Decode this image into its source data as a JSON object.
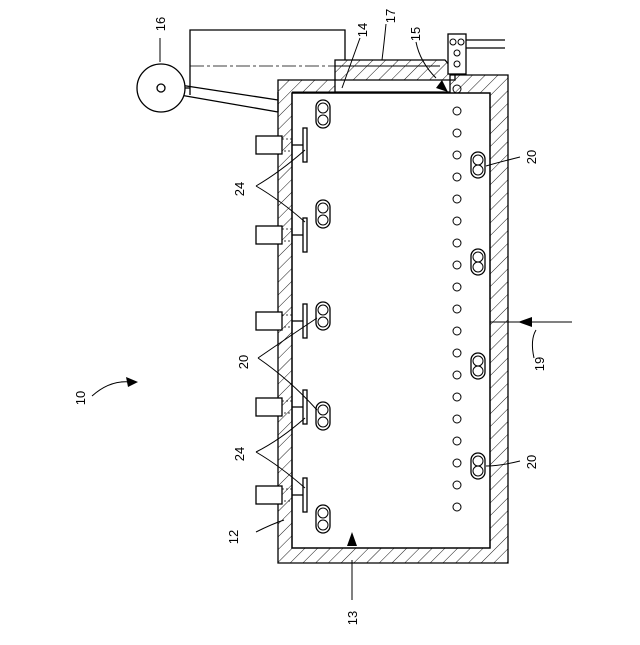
{
  "labels": {
    "apparatus": "10",
    "wall": "12",
    "chamber": "13",
    "top_part": "14",
    "outlet": "15",
    "motor": "16",
    "lid": "17",
    "inlet": "19",
    "roller_left": "20",
    "roller_right_top": "20",
    "roller_right_bottom": "20",
    "shaft_top": "24",
    "shaft_bottom": "24"
  }
}
